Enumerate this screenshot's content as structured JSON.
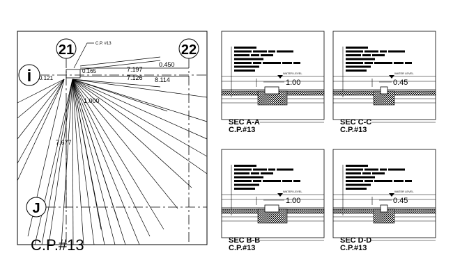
{
  "plan": {
    "title": "C.P.#13",
    "callout": "C.P. #13",
    "grid_bubbles": {
      "col_21": "21",
      "col_22": "22",
      "row_i": "i",
      "row_j": "J"
    },
    "dimensions": {
      "d1": "0.121",
      "d2": "0.165",
      "d3": "7.197",
      "d4": "0.450",
      "d5": "7.126",
      "d6": "8.114",
      "d7": "1.000",
      "d8": "7.677"
    }
  },
  "sections": [
    {
      "title": "SEC A-A",
      "subtitle": "C.P.#13",
      "dimension": "1.00",
      "water_level": "WATER LEVEL"
    },
    {
      "title": "SEC C-C",
      "subtitle": "C.P.#13",
      "dimension": "0.45",
      "water_level": "WATER LEVEL"
    },
    {
      "title": "SEC B-B",
      "subtitle": "C.P.#13",
      "dimension": "1.00",
      "water_level": "WATER LEVEL"
    },
    {
      "title": "SEC D-D",
      "subtitle": "C.P.#13",
      "dimension": "0.45",
      "water_level": "WATER LEVEL"
    }
  ]
}
